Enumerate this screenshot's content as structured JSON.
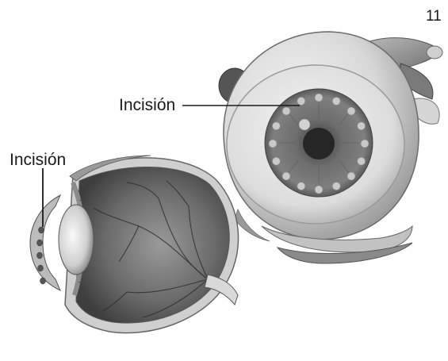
{
  "page_number": "11",
  "labels": {
    "top_eye": "Incisión",
    "section_eye": "Incisión"
  },
  "colors": {
    "background": "#ffffff",
    "sclera": "#d9d9d9",
    "iris": "#6f6f6f",
    "pupil": "#262626",
    "retina": "#7a7a7a",
    "leader_line": "#1a1a1a"
  }
}
